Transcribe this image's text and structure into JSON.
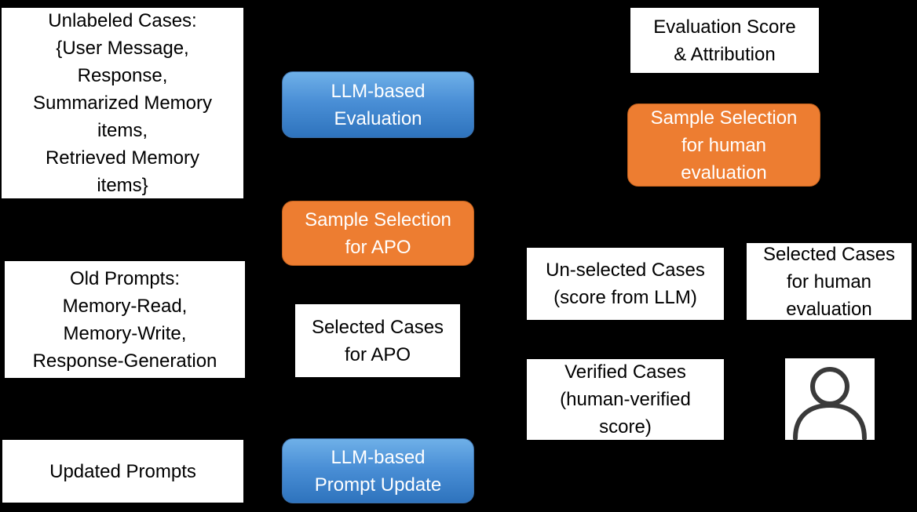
{
  "left_column": {
    "unlabeled_cases": [
      "Unlabeled Cases:",
      "{User Message,",
      "Response,",
      "Summarized Memory",
      "items,",
      "Retrieved Memory",
      "items}"
    ],
    "old_prompts": [
      "Old Prompts:",
      "Memory-Read,",
      "Memory-Write,",
      "Response-Generation"
    ],
    "updated_prompts": [
      "Updated Prompts"
    ]
  },
  "middle_column": {
    "llm_evaluation": [
      "LLM-based",
      "Evaluation"
    ],
    "sample_selection_apo": [
      "Sample Selection",
      "for APO"
    ],
    "selected_cases_apo": [
      "Selected Cases",
      "for APO"
    ],
    "llm_prompt_update": [
      "LLM-based",
      "Prompt Update"
    ]
  },
  "right_column": {
    "evaluation_score": [
      "Evaluation Score",
      "& Attribution"
    ],
    "sample_selection_human": [
      "Sample Selection",
      "for human",
      "evaluation"
    ],
    "unselected_cases": [
      "Un-selected Cases",
      "(score from LLM)"
    ],
    "selected_cases_human": [
      "Selected Cases",
      "for human",
      "evaluation"
    ],
    "verified_cases": [
      "Verified Cases",
      "(human-verified",
      "score)"
    ]
  },
  "icons": {
    "human": "person-icon"
  },
  "colors": {
    "background": "#000000",
    "process_blue": "#4a8fd6",
    "process_orange": "#ed7d31",
    "data_box": "#ffffff"
  }
}
